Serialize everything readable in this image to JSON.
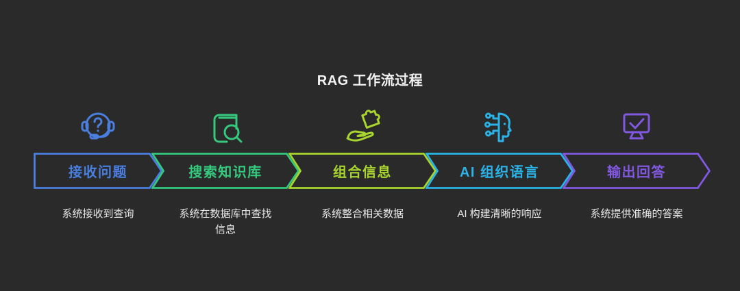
{
  "title": "RAG 工作流过程",
  "background_color": "#2a2a2a",
  "title_color": "#f2f2f2",
  "description_color": "#e9e9e9",
  "steps": [
    {
      "label": "接收问题",
      "description": "系统接收到查询",
      "color": "#4a7fe0",
      "icon": "headset-question-icon"
    },
    {
      "label": "搜索知识库",
      "description": "系统在数据库中查找信息",
      "color": "#35c97e",
      "icon": "book-search-icon"
    },
    {
      "label": "组合信息",
      "description": "系统整合相关数据",
      "color": "#a8d62e",
      "icon": "hand-puzzle-icon"
    },
    {
      "label": "AI 组织语言",
      "description": "AI 构建清晰的响应",
      "color": "#2bb3e8",
      "icon": "ai-head-icon"
    },
    {
      "label": "输出回答",
      "description": "系统提供准确的答案",
      "color": "#8158e0",
      "icon": "monitor-check-icon"
    }
  ]
}
